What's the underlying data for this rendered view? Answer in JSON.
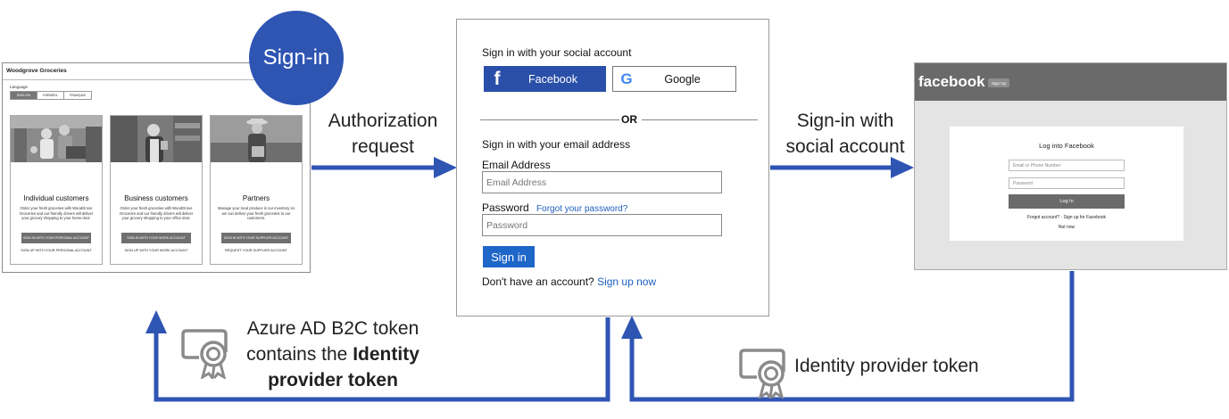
{
  "badge": {
    "text": "Sign-in"
  },
  "labels": {
    "auth_line1": "Authorization",
    "auth_line2": "request",
    "social_line1": "Sign-in with",
    "social_line2": "social account",
    "token_line1": "Azure AD B2C token",
    "token_line2_prefix": "contains the ",
    "token_line2_bold": "Identity",
    "token_line3_bold": "provider token",
    "idp_token": "Identity provider token"
  },
  "woodgrove": {
    "title": "Woodgrove Groceries",
    "language_label": "Language",
    "languages": [
      "ENGLISH",
      "ESPAÑOL",
      "FRANÇAIS"
    ],
    "cards": [
      {
        "title": "Individual customers",
        "description": "Order your fresh groceries with WoodGrove Groceries and our friendly drivers will deliver your grocery shopping to your home door.",
        "button": "SIGN IN WITH YOUR PERSONAL ACCOUNT",
        "link": "SIGN UP WITH YOUR PERSONAL ACCOUNT"
      },
      {
        "title": "Business customers",
        "description": "Order your fresh groceries with WoodGrove Groceries and our friendly drivers will deliver your grocery shopping to your office door.",
        "button": "SIGN IN WITH YOUR WORK ACCOUNT",
        "link": "SIGN UP WITH YOUR WORK ACCOUNT"
      },
      {
        "title": "Partners",
        "description": "Manage your local produce in our inventory so we can deliver your fresh groceries to our customers.",
        "button": "SIGN IN WITH YOUR SUPPLIER ACCOUNT",
        "link": "REQUEST YOUR SUPPLIER ACCOUNT"
      }
    ]
  },
  "login": {
    "social_heading": "Sign in with your social account",
    "facebook_label": "Facebook",
    "google_label": "Google",
    "or_text": "OR",
    "email_heading": "Sign in with your email address",
    "email_label": "Email Address",
    "email_placeholder": "Email Address",
    "password_label": "Password",
    "forgot_link": "Forgot your password?",
    "password_placeholder": "Password",
    "signin_button": "Sign in",
    "no_account": "Don't have an account?",
    "signup_link": "Sign up now"
  },
  "facebook": {
    "logo": "facebook",
    "signup_button": "Sign Up",
    "card_title": "Log into Facebook",
    "email_placeholder": "Email or Phone Number",
    "password_placeholder": "Password",
    "login_button": "Log In",
    "forgot_text": "Forgot account? · Sign up for Facebook",
    "not_now": "Not now"
  },
  "colors": {
    "arrow": "#2f55b3",
    "badge": "#2f55b3",
    "facebook_button": "#2a4fa8",
    "signin_button": "#1f66c9",
    "link": "#1f5fbf"
  }
}
